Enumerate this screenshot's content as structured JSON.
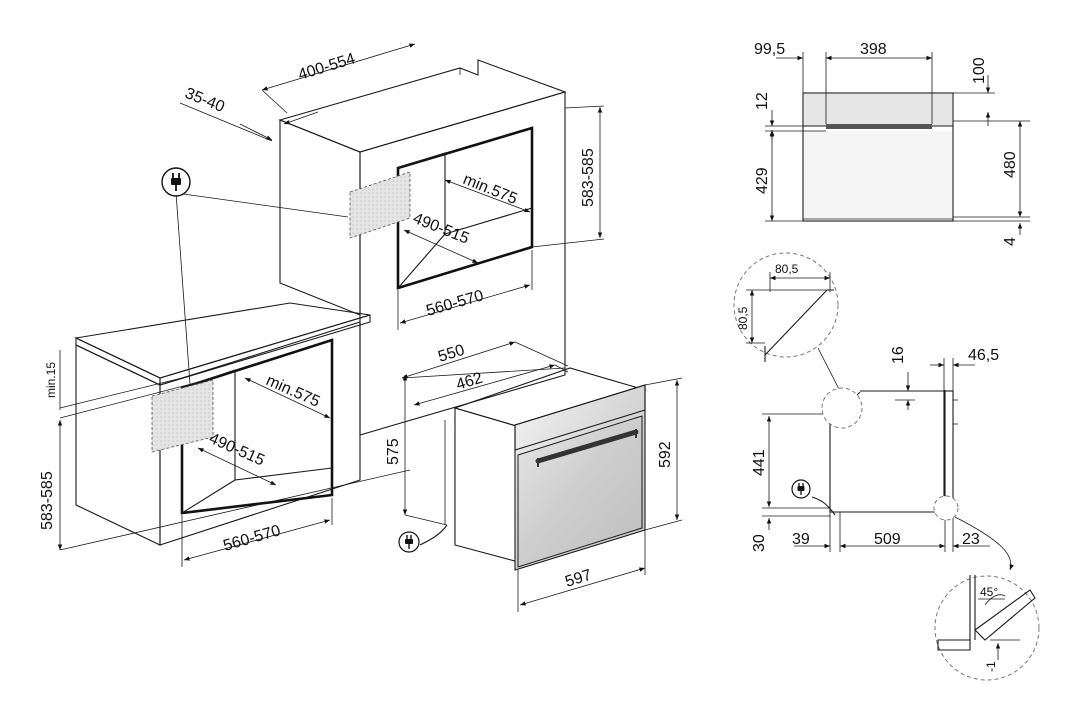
{
  "labels": {
    "cab_depth": "400-554",
    "cab_gap": "35-40",
    "top_min_depth": "min.575",
    "top_open_h": "490-515",
    "top_open_w": "560-570",
    "top_height": "583-585",
    "low_min_clear": "min.15",
    "low_min_depth": "min.575",
    "low_open_h": "490-515",
    "low_open_w": "560-570",
    "low_height": "583-585",
    "oven_depth": "550",
    "oven_body_depth": "462",
    "oven_height_left": "575",
    "oven_height_right": "592",
    "oven_width": "597",
    "front_left": "99,5",
    "front_width": "398",
    "front_top": "100",
    "front_panel": "12",
    "front_door": "429",
    "front_height": "480",
    "front_bottom": "4",
    "detail_a_w": "80,5",
    "detail_a_h": "80,5",
    "side_top": "16",
    "side_handle": "46,5",
    "side_height": "441",
    "side_bottom": "30",
    "side_foot": "39",
    "side_depth": "509",
    "side_door": "23",
    "detail_b_angle": "45°",
    "detail_b_gap": "-1"
  },
  "colors": {
    "line": "#1a1a1a",
    "panel": "#ececec",
    "steel": "#d8d8d8"
  },
  "icons": [
    "plug-icon"
  ]
}
